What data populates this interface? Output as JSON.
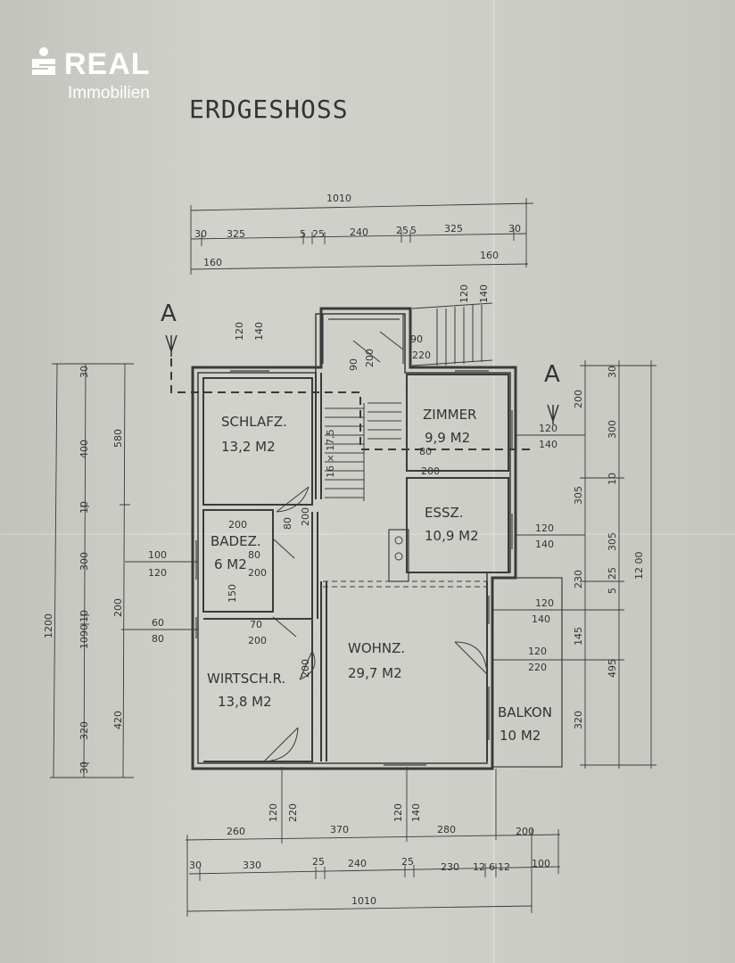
{
  "logo": {
    "brand": "REAL",
    "sub": "Immobilien"
  },
  "plan": {
    "title": "ERDGESHOSS",
    "section_markers": [
      "A",
      "A"
    ],
    "stair_label": "16 × 17,5",
    "rooms": [
      {
        "name": "SCHLAFZ.",
        "area": "13,2 M2"
      },
      {
        "name": "ZIMMER",
        "area": "9,9 M2"
      },
      {
        "name": "ESSZ.",
        "area": "10,9 M2"
      },
      {
        "name": "BADEZ.",
        "area": "6 M2"
      },
      {
        "name": "WOHNZ.",
        "area": "29,7 M2"
      },
      {
        "name": "WIRTSCH.R.",
        "area": "13,8 M2"
      },
      {
        "name": "BALKON",
        "area": "10 M2"
      }
    ],
    "dims_top": [
      "1010",
      "30",
      "325",
      "5",
      "25",
      "240",
      "25",
      "5",
      "325",
      "30",
      "160",
      "160"
    ],
    "dims_bottom": [
      "260",
      "370",
      "280",
      "200",
      "30",
      "330",
      "25",
      "240",
      "25",
      "230",
      "12",
      "6",
      "12",
      "100",
      "1010"
    ],
    "dims_left": [
      "30",
      "400",
      "10",
      "300",
      "10",
      "90",
      "10",
      "320",
      "30",
      "580",
      "200",
      "420",
      "1200"
    ],
    "dims_left_openings": [
      "100",
      "120",
      "60",
      "80"
    ],
    "dims_right": [
      "30",
      "200",
      "300",
      "10",
      "305",
      "305",
      "5",
      "25",
      "230",
      "145",
      "495",
      "320",
      "12 00"
    ],
    "dims_right_openings": [
      "120",
      "140",
      "120",
      "140",
      "120",
      "140",
      "120",
      "220"
    ],
    "dims_interior": [
      "120",
      "140",
      "120",
      "140",
      "90",
      "220",
      "90",
      "200",
      "80",
      "200",
      "200",
      "80",
      "80",
      "200",
      "200",
      "150",
      "70",
      "200",
      "200",
      "120",
      "220",
      "120",
      "140"
    ]
  }
}
